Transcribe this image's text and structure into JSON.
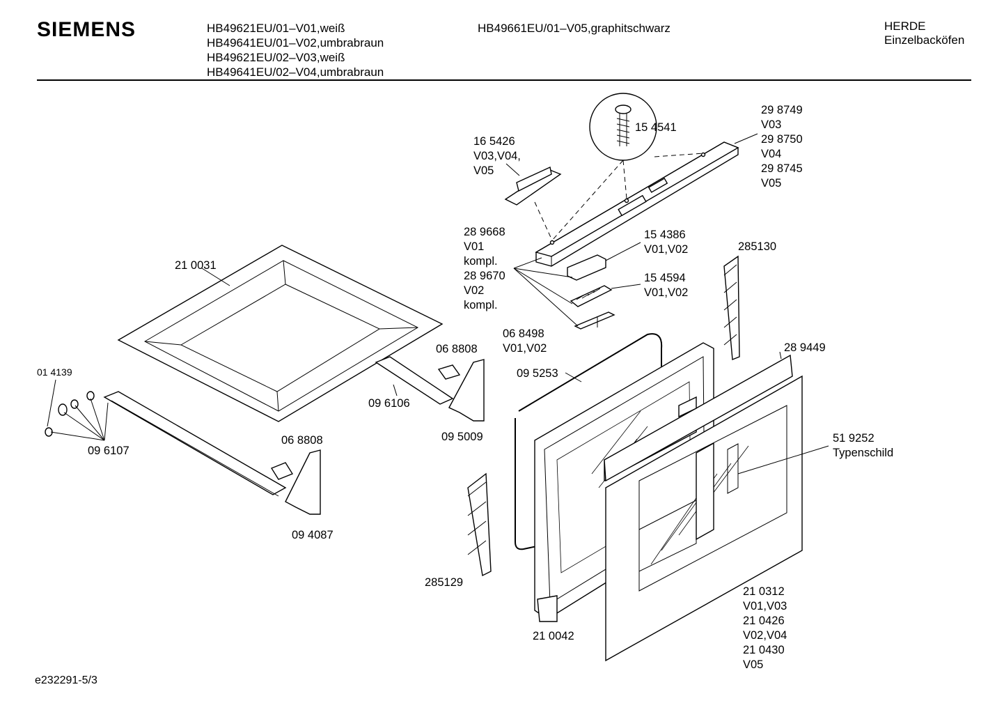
{
  "header": {
    "brand": "SIEMENS",
    "models_col1": [
      "HB49621EU/01–V01,weiß",
      "HB49641EU/01–V02,umbrabraun",
      "HB49621EU/02–V03,weiß",
      "HB49641EU/02–V04,umbrabraun"
    ],
    "models_col2": [
      "HB49661EU/01–V05,graphitschwarz"
    ],
    "category": [
      "HERDE",
      "Einzelbacköfen"
    ]
  },
  "footer": {
    "doc_id": "e232291-5/3"
  },
  "labels": {
    "l_165426": [
      "16 5426",
      "V03,V04,",
      "V05"
    ],
    "l_154541": [
      "15 4541"
    ],
    "l_298749": [
      "29 8749",
      "V03",
      "29 8750",
      "V04",
      "29 8745",
      "V05"
    ],
    "l_289668": [
      "28 9668",
      "V01",
      "kompl.",
      "28 9670",
      "V02",
      "kompl."
    ],
    "l_154386": [
      "15 4386",
      "V01,V02"
    ],
    "l_154594": [
      "15 4594",
      "V01,V02"
    ],
    "l_285130": [
      "285130"
    ],
    "l_210031": [
      "21 0031"
    ],
    "l_068498": [
      "06 8498",
      "V01,V02"
    ],
    "l_068808a": [
      "06 8808"
    ],
    "l_289449": [
      "28 9449"
    ],
    "l_014139": [
      "01 4139"
    ],
    "l_095253": [
      "09 5253"
    ],
    "l_096106": [
      "09 6106"
    ],
    "l_095009": [
      "09 5009"
    ],
    "l_519252": [
      "51 9252",
      "Typenschild"
    ],
    "l_096107": [
      "09 6107"
    ],
    "l_068808b": [
      "06 8808"
    ],
    "l_094087": [
      "09 4087"
    ],
    "l_285129": [
      "285129"
    ],
    "l_210312": [
      "21 0312",
      "V01,V03",
      "21 0426",
      "V02,V04",
      "21 0430",
      "V05"
    ],
    "l_210042": [
      "21 0042"
    ]
  }
}
